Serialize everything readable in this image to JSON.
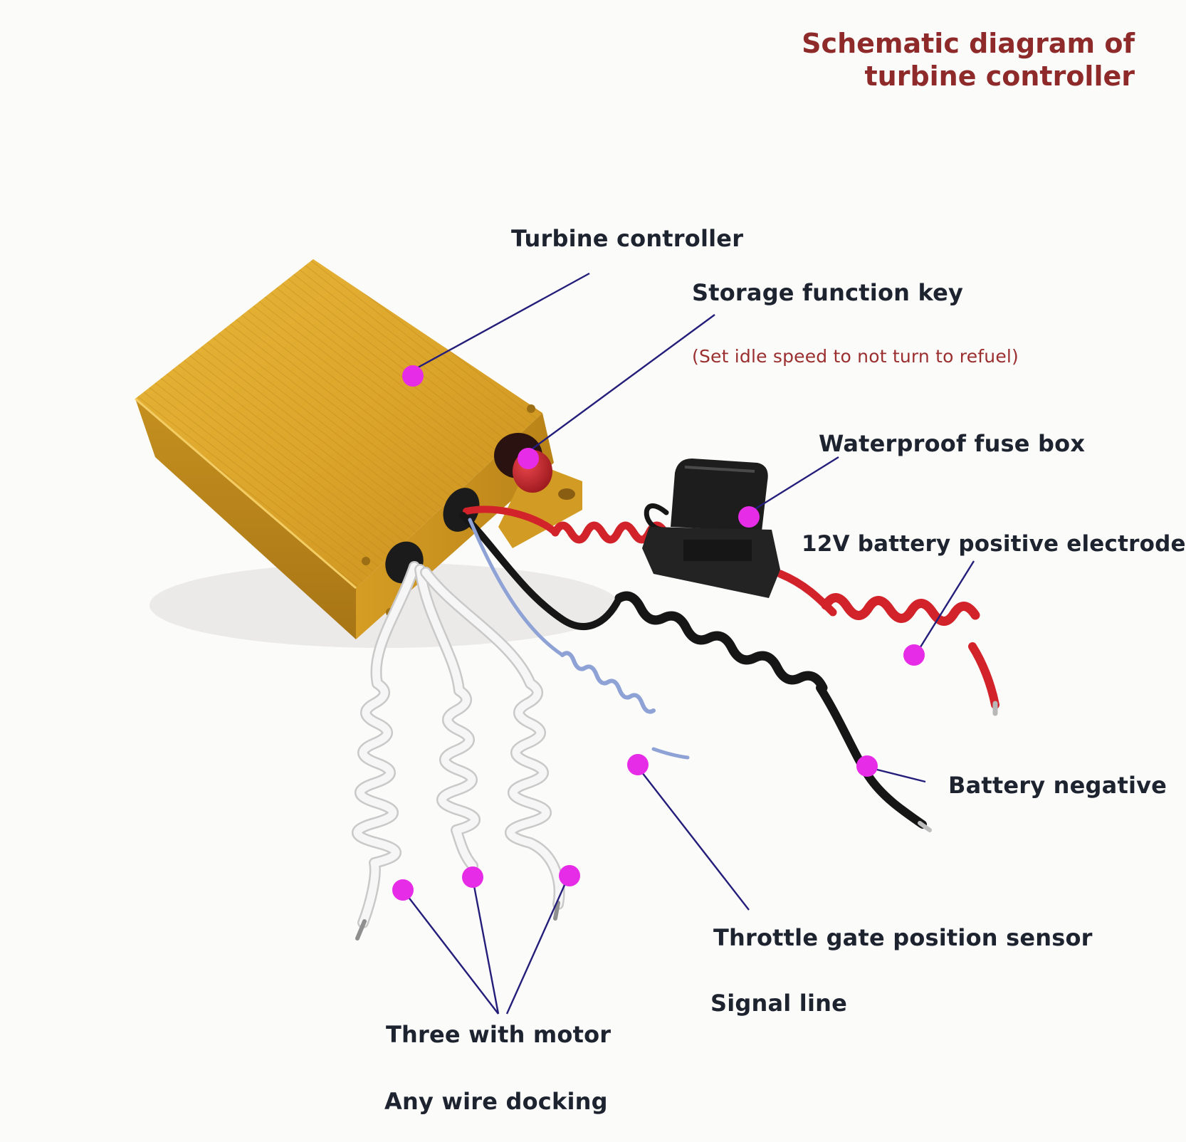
{
  "title": {
    "line1": "Schematic diagram of",
    "line2": "turbine controller"
  },
  "labels": {
    "turbine_controller": "Turbine controller",
    "storage_key": "Storage function key",
    "storage_note": "(Set idle speed to not turn to refuel)",
    "fuse_box": "Waterproof fuse box",
    "battery_positive": "12V battery positive electrode",
    "battery_negative": "Battery negative",
    "throttle_sensor": "Throttle gate position sensor",
    "signal_line": "Signal line",
    "three_motor": "Three with motor",
    "any_wire": "Any wire docking"
  },
  "colors": {
    "title": "#8e2a2a",
    "label": "#1e2330",
    "leader": "#241e7a",
    "marker": "#e62ce6",
    "box": "#d9a326",
    "red_wire": "#d2232a",
    "black_wire": "#161616",
    "white_wire": "#f4f4f4",
    "blue_wire": "#8ea2d6"
  },
  "icons": {
    "marker": "magenta-dot-marker",
    "key": "red-button-icon"
  }
}
